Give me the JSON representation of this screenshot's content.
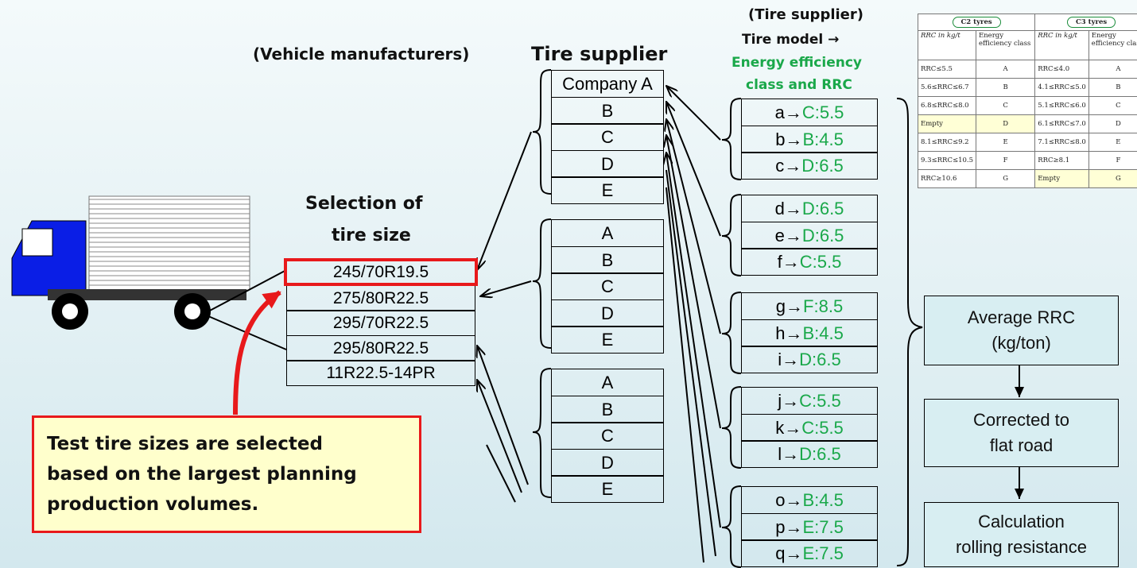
{
  "headers": {
    "vehicle_manufacturers": "(Vehicle manufacturers)",
    "tire_supplier": "Tire supplier",
    "tire_supplier_paren": "(Tire supplier)",
    "tire_model": "Tire model  →",
    "energy_efficiency_1": "Energy  efficiency",
    "energy_efficiency_2": "class and RRC",
    "selection_1": "Selection of",
    "selection_2": "tire size"
  },
  "tire_sizes": [
    "245/70R19.5",
    "275/80R22.5",
    "295/70R22.5",
    "295/80R22.5",
    "11R22.5-14PR"
  ],
  "supplier_groups": [
    [
      "Company A",
      "B",
      "C",
      "D",
      "E"
    ],
    [
      "A",
      "B",
      "C",
      "D",
      "E"
    ],
    [
      "A",
      "B",
      "C",
      "D",
      "E"
    ]
  ],
  "model_groups": [
    [
      {
        "m": "a→",
        "r": "C:5.5"
      },
      {
        "m": "b→",
        "r": "B:4.5"
      },
      {
        "m": "c→",
        "r": "D:6.5"
      }
    ],
    [
      {
        "m": "d→",
        "r": "D:6.5"
      },
      {
        "m": "e→",
        "r": "D:6.5"
      },
      {
        "m": "f→",
        "r": "C:5.5"
      }
    ],
    [
      {
        "m": "g→",
        "r": "F:8.5"
      },
      {
        "m": "h→",
        "r": "B:4.5"
      },
      {
        "m": "i→",
        "r": "D:6.5"
      }
    ],
    [
      {
        "m": "j→",
        "r": "C:5.5"
      },
      {
        "m": "k→",
        "r": "C:5.5"
      },
      {
        "m": "l→",
        "r": "D:6.5"
      }
    ],
    [
      {
        "m": "o→",
        "r": "B:4.5"
      },
      {
        "m": "p→",
        "r": "E:7.5"
      },
      {
        "m": "q→",
        "r": "E:7.5"
      }
    ]
  ],
  "flow": {
    "average": [
      "Average RRC",
      "(kg/ton)"
    ],
    "corrected": [
      "Corrected to",
      "flat road"
    ],
    "calculation": [
      "Calculation",
      "rolling resistance"
    ]
  },
  "callout": [
    "Test tire sizes are selected",
    "based on the largest planning",
    "production volumes."
  ],
  "rrc_table": {
    "c2": "C2 tyres",
    "c3": "C3 tyres",
    "col_rrc": "RRC in kg/t",
    "col_class": "Energy efficiency class",
    "rows": [
      [
        "RRC≤5.5",
        "A",
        "RRC≤4.0",
        "A"
      ],
      [
        "5.6≤RRC≤6.7",
        "B",
        "4.1≤RRC≤5.0",
        "B"
      ],
      [
        "6.8≤RRC≤8.0",
        "C",
        "5.1≤RRC≤6.0",
        "C"
      ],
      [
        "Empty",
        "D",
        "6.1≤RRC≤7.0",
        "D"
      ],
      [
        "8.1≤RRC≤9.2",
        "E",
        "7.1≤RRC≤8.0",
        "E"
      ],
      [
        "9.3≤RRC≤10.5",
        "F",
        "RRC≥8.1",
        "F"
      ],
      [
        "RRC≥10.6",
        "G",
        "Empty",
        "G"
      ]
    ]
  },
  "colors": {
    "highlight": "#e8191b",
    "rrc_text": "#1aa84a",
    "truck_cab": "#0a1ee6",
    "callout_bg": "#ffffcc"
  }
}
